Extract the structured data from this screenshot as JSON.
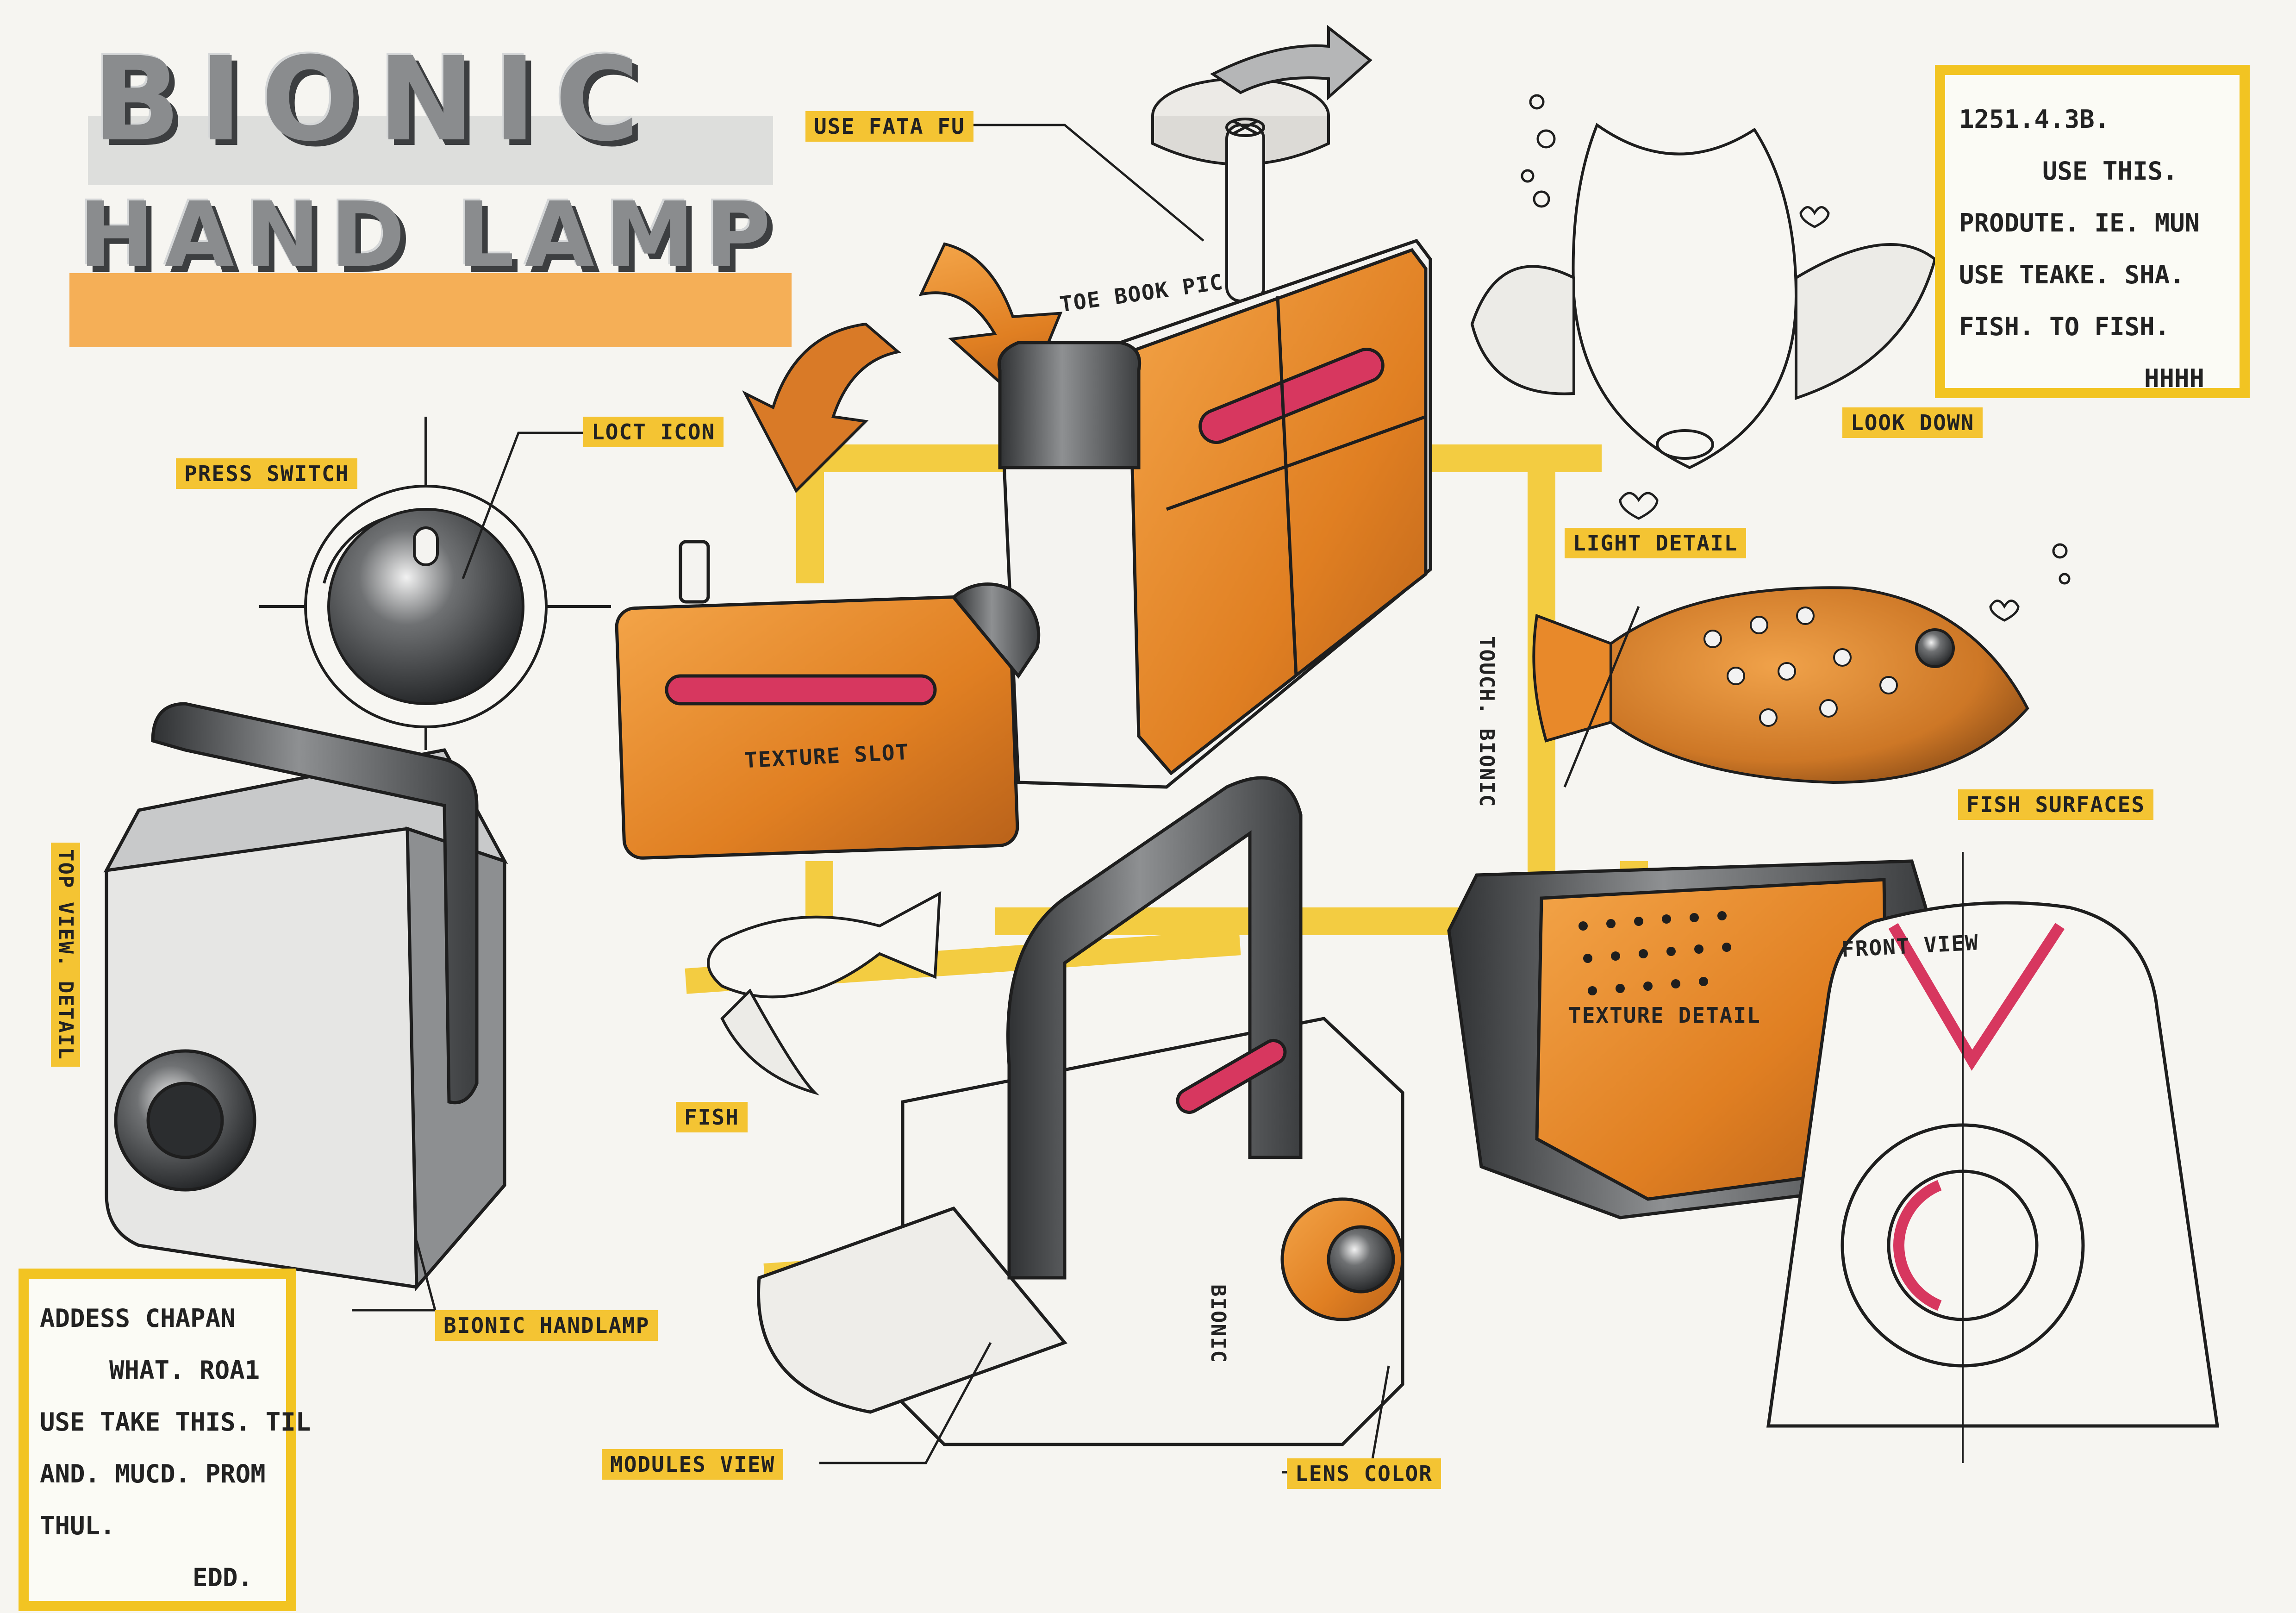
{
  "title": {
    "line1": "BIONIC",
    "line2": "HAND LAMP"
  },
  "notes": {
    "top_right": [
      "1251.4.3B.",
      "USE THIS.",
      "PRODUTE. IE. MUN",
      "USE TEAKE. SHA.",
      "FISH. TO FISH.",
      "HHHH"
    ],
    "bottom_left": [
      "ADDESS CHAPAN",
      "WHAT. ROA1",
      "USE TAKE THIS. TIL",
      "AND. MUCD. PROM",
      "THUL.",
      "EDD."
    ]
  },
  "callouts": {
    "use_rotate": "USE FATA FU",
    "top_knob": "TOE BOOK PIC",
    "press_switch": "PRESS SWITCH",
    "eye_icon": "LOCT ICON",
    "look_down": "LOOK DOWN",
    "light_detail": "LIGHT DETAIL",
    "fish_surface": "FISH SURFACES",
    "texture_slot": "TEXTURE SLOT",
    "fish": "FISH",
    "bionic_handlamp": "BIONIC HANDLAMP",
    "front_view": "FRONT VIEW",
    "texture_detail": "TEXTURE DETAIL",
    "lens_color": "LENS COLOR",
    "modules_view": "MODULES VIEW",
    "left_vertical": "TOP VIEW. DETAIL",
    "center_vertical": "TOUCH. BIONIC",
    "small_vertical": "BIONIC"
  },
  "colors": {
    "paper": "#f6f5f1",
    "marker_orange": "#e8892a",
    "marker_yellow": "#f2c422",
    "marker_grey": "#5f6163",
    "marker_red": "#d7375f",
    "ink": "#1e1e1e"
  },
  "icons": [
    "rotate-arrow-icon",
    "heart-icon",
    "bubble-icon",
    "fish-icon"
  ]
}
